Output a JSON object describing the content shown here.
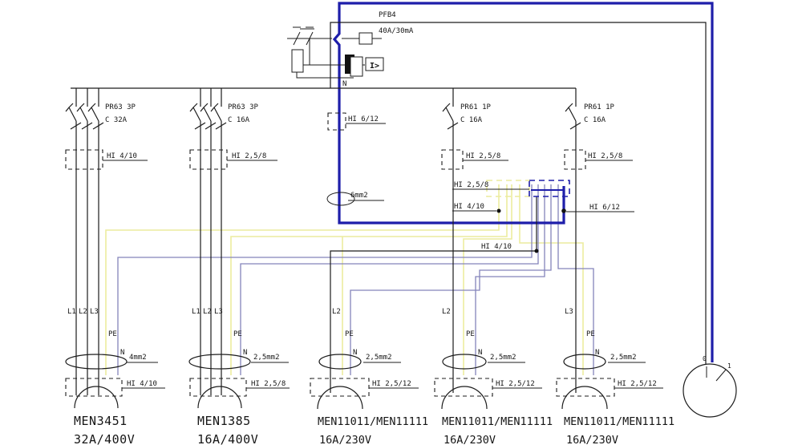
{
  "diagram": {
    "rcd": {
      "model": "PFB4",
      "rating": "40A/30mA",
      "relay": "I>",
      "neutral": "N"
    },
    "breakers": [
      {
        "model": "PR63 3P",
        "curve": "C 32A",
        "cable": "HI 4/10"
      },
      {
        "model": "PR63 3P",
        "curve": "C 16A",
        "cable": "HI 2,5/8"
      },
      {
        "model": "PR61 1P",
        "curve": "C 16A",
        "cable": "HI 2,5/8"
      },
      {
        "model": "PR61 1P",
        "curve": "C 16A",
        "cable": "HI 2,5/8"
      }
    ],
    "riser": {
      "cable": "HI 6/12",
      "size": "6mm2"
    },
    "junction": {
      "pe_block_cable": "HI 2,5/8",
      "pe_drop_cable": "HI 4/10",
      "n_riser_cable": "HI 6/12",
      "phase_link_cable": "HI 4/10"
    },
    "outlets": [
      {
        "l1": "L1",
        "l2": "L2",
        "l3": "L3",
        "pe": "PE",
        "n": "N",
        "size": "4mm2",
        "cable": "HI 4/10",
        "model": "MEN3451",
        "rating": "32A/400V"
      },
      {
        "l1": "L1",
        "l2": "L2",
        "l3": "L3",
        "pe": "PE",
        "n": "N",
        "size": "2,5mm2",
        "cable": "HI 2,5/8",
        "model": "MEN1385",
        "rating": "16A/400V"
      },
      {
        "phase": "L2",
        "pe": "PE",
        "n": "N",
        "size": "2,5mm2",
        "cable": "HI 2,5/12",
        "model": "MEN11011/MEN11111",
        "rating": "16A/230V"
      },
      {
        "phase": "L2",
        "pe": "PE",
        "n": "N",
        "size": "2,5mm2",
        "cable": "HI 2,5/12",
        "model": "MEN11011/MEN11111",
        "rating": "16A/230V"
      },
      {
        "phase": "L3",
        "pe": "PE",
        "n": "N",
        "size": "2,5mm2",
        "cable": "HI 2,5/12",
        "model": "MEN11011/MEN11111",
        "rating": "16A/230V"
      }
    ],
    "switch": {
      "pos_off": "0",
      "pos_on": "1"
    },
    "colors": {
      "neutral_bus": "#1e1eaa",
      "neutral_wire": "#8484bb",
      "pe_wire": "#ecec9e",
      "line": "#1c1c1c"
    }
  }
}
